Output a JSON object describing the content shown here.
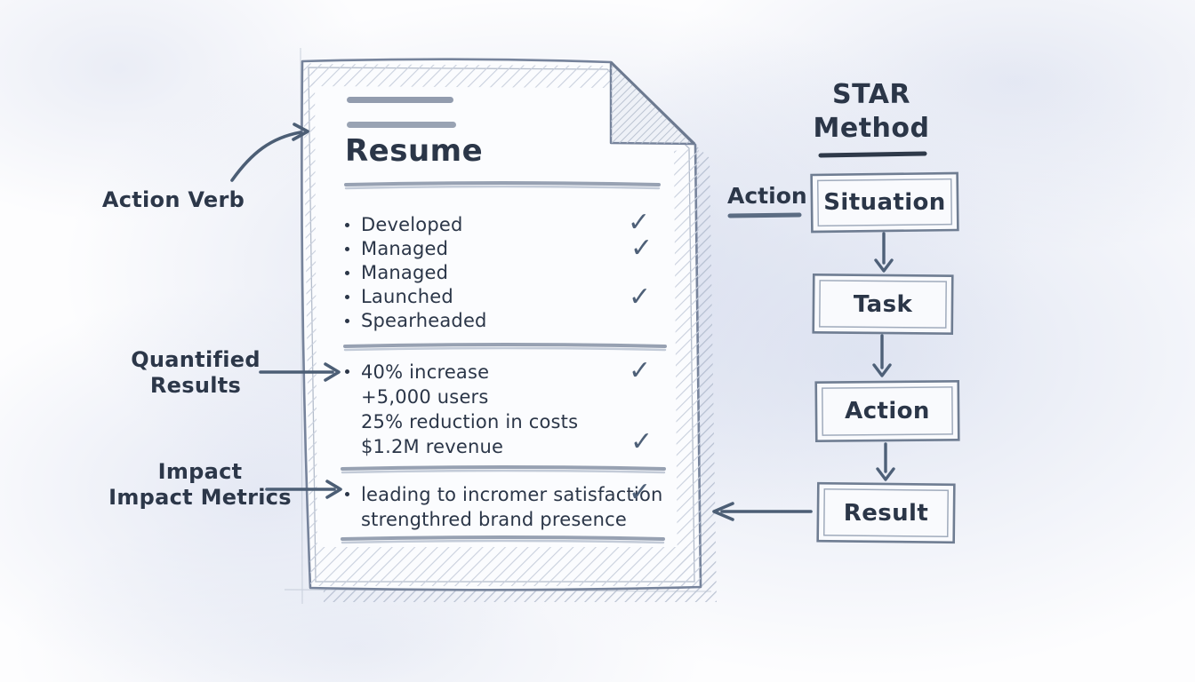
{
  "resume_panel": {
    "title": "Resume",
    "action_verbs": {
      "items": [
        {
          "text": "Developed",
          "checked": true
        },
        {
          "text": "Managed",
          "checked": true
        },
        {
          "text": "Managed",
          "checked": false
        },
        {
          "text": "Launched",
          "checked": true
        },
        {
          "text": "Spearheaded",
          "checked": false
        }
      ]
    },
    "quantified_results": {
      "items": [
        {
          "text": "40% increase",
          "checked": true
        },
        {
          "text": "+5,000 users",
          "checked": false
        },
        {
          "text": "25% reduction in costs",
          "checked": false
        },
        {
          "text": "$1.2M revenue",
          "checked": true
        }
      ]
    },
    "impact_metrics": {
      "items": [
        {
          "text": "leading to incromer satisfaction",
          "checked": true
        },
        {
          "text": "strengthred brand presence",
          "checked": false
        }
      ]
    }
  },
  "annotations": {
    "action_verb_label": "Action Verb",
    "quantified_label_line1": "Quantified",
    "quantified_label_line2": "Results",
    "impact_label_line1": "Impact",
    "impact_label_line2": "Impact Metrics"
  },
  "star_method": {
    "title_line1": "STAR",
    "title_line2": "Method",
    "side_label": "Action",
    "steps": [
      {
        "label": "Situation"
      },
      {
        "label": "Task"
      },
      {
        "label": "Action"
      },
      {
        "label": "Result"
      }
    ]
  },
  "icons": {
    "checkmark": "✓"
  },
  "colors": {
    "background_wash": "#dde2ee",
    "paper_fill": "#fbfcfe",
    "ink_dark": "#2b3648",
    "sketch_stroke": "#76839b",
    "check_and_arrow": "#4e6078",
    "divider": "#97a1b2"
  }
}
